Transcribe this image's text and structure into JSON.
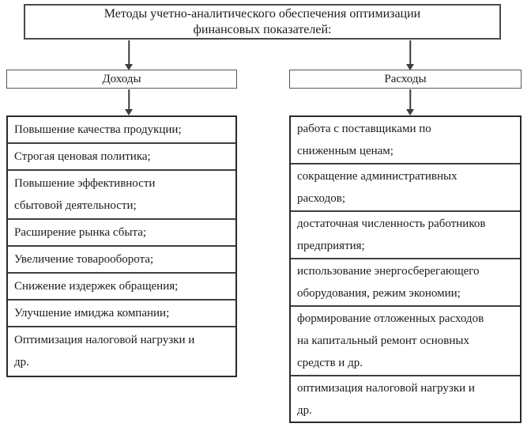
{
  "title": {
    "text": "Методы учетно-аналитического обеспечения оптимизации\nфинансовых показателей:"
  },
  "incomes": {
    "label": "Доходы",
    "items": [
      "Повышение качества продукции;",
      "Строгая ценовая политика;",
      "Повышение эффективности\nсбытовой деятельности;",
      "Расширение рынка сбыта;",
      "Увеличение товарооборота;",
      "Снижение издержек обращения;",
      "Улучшение имиджа компании;",
      "Оптимизация налоговой нагрузки и\nдр."
    ]
  },
  "expenses": {
    "label": "Расходы",
    "items": [
      "работа с поставщиками по\nсниженным ценам;",
      "сокращение административных\nрасходов;",
      "достаточная численность работников\nпредприятия;",
      "использование энергосберегающего\nоборудования, режим экономии;",
      "формирование отложенных расходов\nна капитальный ремонт основных\nсредств и др.",
      "оптимизация налоговой нагрузки и\nдр."
    ]
  },
  "colors": {
    "background": "#ffffff",
    "text": "#1b1b1b",
    "box_border_dark": "#2b2b2b",
    "box_border_gray": "#4a4a4a",
    "arrow": "#3d3d3d"
  }
}
